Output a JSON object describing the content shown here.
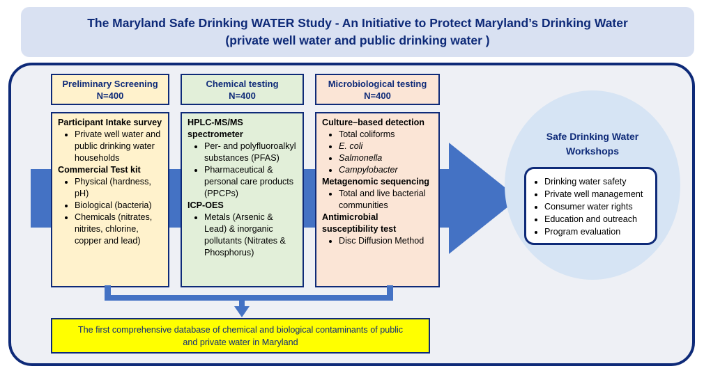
{
  "title": {
    "line1": "The Maryland Safe Drinking WATER Study - An Initiative to Protect Maryland’s Drinking Water",
    "line2": "(private well water and public drinking water )"
  },
  "columns": [
    {
      "header": "Preliminary Screening",
      "n": "N=400",
      "sections": [
        {
          "heading": "Participant Intake survey",
          "items": [
            "Private well water and public drinking water households"
          ]
        },
        {
          "heading": "Commercial Test kit",
          "items": [
            "Physical (hardness, pH)",
            "Biological (bacteria)",
            "Chemicals (nitrates, nitrites, chlorine, copper and lead)"
          ]
        }
      ]
    },
    {
      "header": "Chemical testing",
      "n": "N=400",
      "sections": [
        {
          "heading": "HPLC-MS/MS spectrometer",
          "items": [
            "Per- and polyfluoroalkyl substances (PFAS)",
            "Pharmaceutical & personal care products (PPCPs)"
          ]
        },
        {
          "heading": "ICP-OES",
          "items": [
            "Metals (Arsenic & Lead) & inorganic pollutants (Nitrates & Phosphorus)"
          ]
        }
      ]
    },
    {
      "header": "Microbiological testing",
      "n": "N=400",
      "sections": [
        {
          "heading": "Culture–based detection",
          "items": [
            "Total coliforms",
            "E. coli",
            "Salmonella",
            "Campylobacter"
          ]
        },
        {
          "heading": "Metagenomic sequencing",
          "items": [
            "Total and live bacterial communities"
          ]
        },
        {
          "heading": "Antimicrobial susceptibility test",
          "items": [
            "Disc Diffusion Method"
          ]
        }
      ]
    }
  ],
  "workshops": {
    "title_line1": "Safe Drinking Water",
    "title_line2": "Workshops",
    "items": [
      "Drinking water safety",
      "Private well management",
      "Consumer water rights",
      "Education and outreach",
      "Program evaluation"
    ]
  },
  "database": {
    "line1": "The first comprehensive database of chemical and biological contaminants of public",
    "line2": "and private water in Maryland"
  },
  "colors": {
    "navy": "#0e2a78",
    "arrow_blue": "#4472c4",
    "banner": "#d9e1f2",
    "screening": "#fff2cc",
    "chemical": "#e2efd9",
    "micro": "#fbe5d6",
    "database": "#ffff00",
    "circle": "#d6e4f4"
  }
}
